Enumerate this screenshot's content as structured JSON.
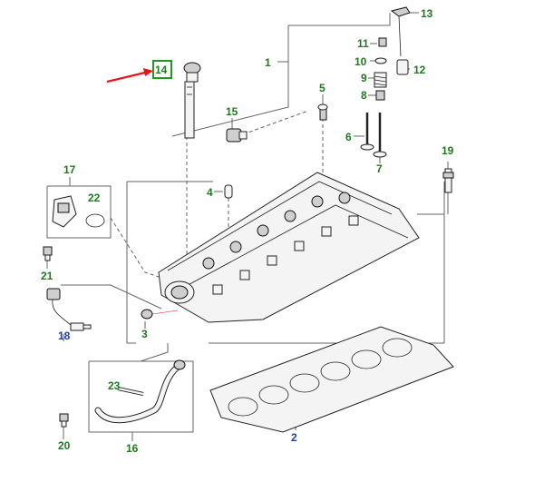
{
  "callouts": [
    {
      "id": "c1",
      "label": "1",
      "color": "green"
    },
    {
      "id": "c2",
      "label": "2",
      "color": "blue"
    },
    {
      "id": "c3",
      "label": "3",
      "color": "green"
    },
    {
      "id": "c4",
      "label": "4",
      "color": "green"
    },
    {
      "id": "c5",
      "label": "5",
      "color": "green"
    },
    {
      "id": "c6",
      "label": "6",
      "color": "green"
    },
    {
      "id": "c7",
      "label": "7",
      "color": "green"
    },
    {
      "id": "c8",
      "label": "8",
      "color": "green"
    },
    {
      "id": "c9",
      "label": "9",
      "color": "green"
    },
    {
      "id": "c10",
      "label": "10",
      "color": "green"
    },
    {
      "id": "c11",
      "label": "11",
      "color": "green"
    },
    {
      "id": "c12",
      "label": "12",
      "color": "green"
    },
    {
      "id": "c13",
      "label": "13",
      "color": "green"
    },
    {
      "id": "c14",
      "label": "14",
      "color": "green",
      "highlighted": true
    },
    {
      "id": "c15",
      "label": "15",
      "color": "green"
    },
    {
      "id": "c16",
      "label": "16",
      "color": "green"
    },
    {
      "id": "c17",
      "label": "17",
      "color": "green"
    },
    {
      "id": "c18",
      "label": "18",
      "color": "blue"
    },
    {
      "id": "c19",
      "label": "19",
      "color": "green"
    },
    {
      "id": "c20",
      "label": "20",
      "color": "green"
    },
    {
      "id": "c21",
      "label": "21",
      "color": "green"
    },
    {
      "id": "c22",
      "label": "22",
      "color": "green"
    },
    {
      "id": "c23",
      "label": "23",
      "color": "green"
    }
  ],
  "colors": {
    "callout_green": "#1f7a1f",
    "callout_blue": "#1f3fb0",
    "highlight_box": "#1f9a1f",
    "pointer_arrow": "#e8141b",
    "leader_lines": "#666666"
  }
}
